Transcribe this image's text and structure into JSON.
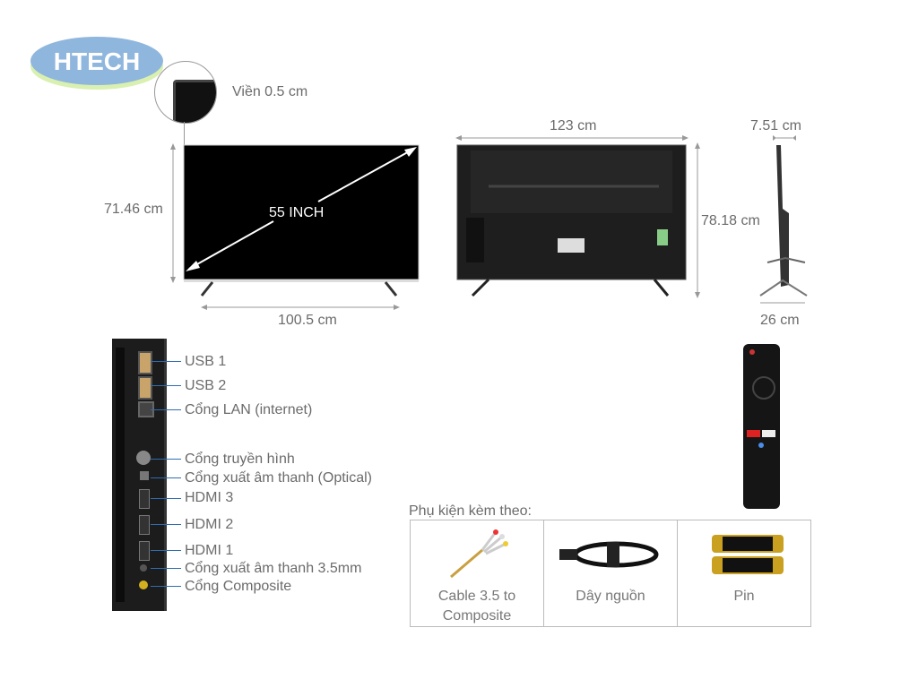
{
  "logo": {
    "text": "HTECH"
  },
  "front": {
    "bezel": "Viền 0.5 cm",
    "height": "71.46 cm",
    "width": "100.5 cm",
    "diagonal": "55 INCH"
  },
  "back": {
    "width": "123 cm",
    "height": "78.18 cm"
  },
  "side": {
    "depth": "7.51 cm",
    "stand_depth": "26 cm"
  },
  "ports": [
    "USB 1",
    "USB 2",
    "Cổng LAN (internet)",
    "Cổng truyền hình",
    "Cổng xuất âm thanh (Optical)",
    "HDMI 3",
    "HDMI 2",
    "HDMI 1",
    "Cổng xuất âm thanh 3.5mm",
    "Cổng Composite"
  ],
  "accessories": {
    "title": "Phụ kiện kèm theo:",
    "items": [
      {
        "label": "Cable 3.5 to Composite"
      },
      {
        "label": "Dây nguồn"
      },
      {
        "label": "Pin"
      }
    ]
  },
  "colors": {
    "accent_line": "#2f6db0",
    "text": "#6b6b6b"
  }
}
